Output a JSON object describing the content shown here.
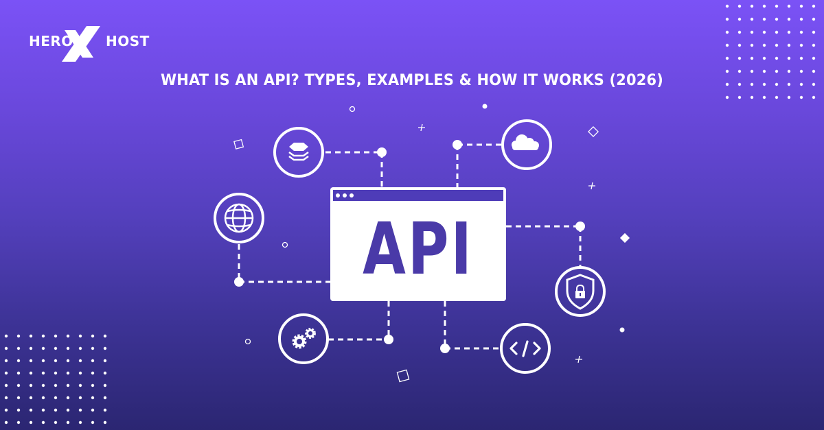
{
  "brand": {
    "logo_left": "HERO",
    "logo_right": "HOST",
    "logo_mark": "X"
  },
  "header": {
    "title": "WHAT IS AN API? TYPES, EXAMPLES & HOW IT WORKS (2026)"
  },
  "illustration": {
    "center_label": "API",
    "nodes": [
      {
        "id": "database",
        "icon": "database-stack-icon"
      },
      {
        "id": "cloud",
        "icon": "cloud-icon"
      },
      {
        "id": "globe",
        "icon": "globe-icon"
      },
      {
        "id": "security",
        "icon": "shield-lock-icon"
      },
      {
        "id": "settings",
        "icon": "gears-icon"
      },
      {
        "id": "code",
        "icon": "code-brackets-icon"
      }
    ]
  },
  "colors": {
    "bg_top": "#7b52f6",
    "bg_bottom": "#2b2672",
    "accent_text": "#4a3aa8",
    "window_bar": "#4e3cb8",
    "foreground": "#ffffff"
  }
}
